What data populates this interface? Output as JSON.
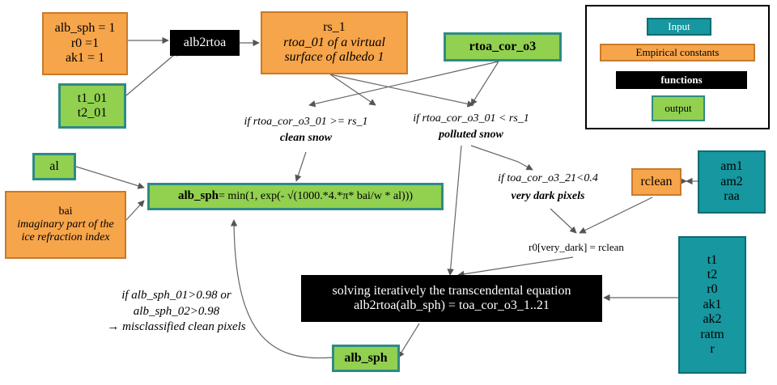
{
  "legend": {
    "input": "Input",
    "constants": "Empirical  constants",
    "functions": "functions",
    "output": "output"
  },
  "boxes": {
    "constants_top": {
      "lines": [
        "alb_sph = 1",
        "r0 =1",
        "ak1 = 1"
      ]
    },
    "t_box": {
      "lines": [
        "t1_01",
        "t2_01"
      ]
    },
    "alb2rtoa": "alb2rtoa",
    "rs1": {
      "title": "rs_1",
      "desc": "rtoa_01 of a virtual surface of albedo 1"
    },
    "rtoa_cor_o3": "rtoa_cor_o3",
    "al": "al",
    "bai": {
      "title": "bai",
      "desc": "imaginary part of the ice refraction index"
    },
    "alb_sph_formula": {
      "bold": "alb_sph",
      "rest": " = min(1,  exp(- √(1000.*4.*π* bai/w  * al)))"
    },
    "rclean": "rclean",
    "am_box": {
      "lines": [
        "am1",
        "am2",
        "raa"
      ]
    },
    "params_box": {
      "lines": [
        "t1",
        "t2",
        "r0",
        "ak1",
        "ak2",
        "ratm",
        "r"
      ]
    },
    "solve": {
      "line1": "solving iteratively  the transcendental equation",
      "line2": "alb2rtoa(alb_sph)  = toa_cor_o3_1..21"
    },
    "alb_sph_out": "alb_sph"
  },
  "labels": {
    "clean_cond": "if rtoa_cor_o3_01 >= rs_1",
    "clean_snow": "clean snow",
    "polluted_cond": "if rtoa_cor_o3_01 < rs_1",
    "polluted_snow": "polluted snow",
    "dark_cond": "if toa_cor_o3_21<0.4",
    "dark_pixels": "very dark pixels",
    "r0_assign": "r0[very_dark]  = rclean",
    "misclass_1": "if alb_sph_01>0.98 or",
    "misclass_2": "alb_sph_02>0.98",
    "misclass_3": "→ misclassified clean pixels"
  }
}
